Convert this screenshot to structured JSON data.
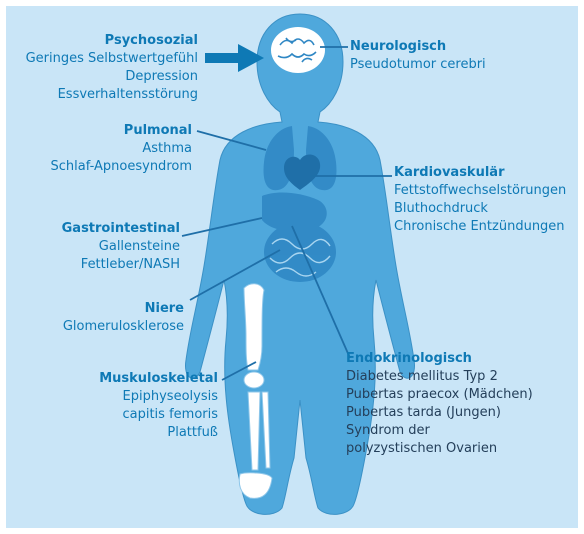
{
  "groups": {
    "psychosozial": {
      "title": "Psychosozial",
      "items": [
        "Geringes Selbstwertgefühl",
        "Depression",
        "Essverhaltensstörung"
      ]
    },
    "neurologisch": {
      "title": "Neurologisch",
      "items": [
        "Pseudotumor cerebri"
      ]
    },
    "pulmonal": {
      "title": "Pulmonal",
      "items": [
        "Asthma",
        "Schlaf-Apnoesyndrom"
      ]
    },
    "kardiovaskular": {
      "title": "Kardiovaskulär",
      "items": [
        "Fettstoffwechselstörungen",
        "Bluthochdruck",
        "Chronische Entzündungen"
      ]
    },
    "gastrointestinal": {
      "title": "Gastrointestinal",
      "items": [
        "Gallensteine",
        "Fettleber/NASH"
      ]
    },
    "niere": {
      "title": "Niere",
      "items": [
        "Glomerulosklerose"
      ]
    },
    "endokrinologisch": {
      "title": "Endokrinologisch",
      "items": [
        "Diabetes mellitus Typ 2",
        "Pubertas praecox (Mädchen)",
        "Pubertas tarda (Jungen)",
        "Syndrom der",
        "polyzystischen Ovarien"
      ]
    },
    "muskuloskeletal": {
      "title": "Muskuloskeletal",
      "items": [
        "Epiphyseolysis",
        "capitis femoris",
        "Plattfuß"
      ]
    }
  },
  "colors": {
    "panel": "#c9e5f7",
    "body": "#4fa8dc",
    "text": "#0e79b5",
    "dark_text": "#243f5a",
    "organ": "#2f87c4"
  }
}
